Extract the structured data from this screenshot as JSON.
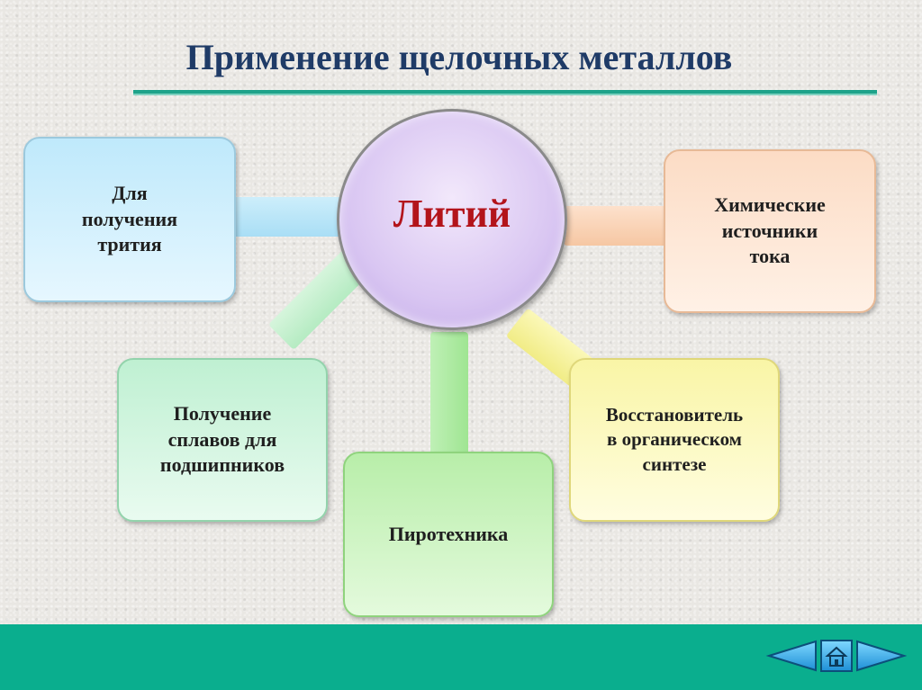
{
  "title": "Применение щелочных металлов",
  "center": {
    "label": "Литий"
  },
  "boxes": {
    "tritium": "Для\nполучения\nтрития",
    "chem_sources": "Химические\nисточники\nтока",
    "alloys": "Получение\nсплавов для\nподшипников",
    "pyrotechnics": "Пиротехника",
    "reducer": "Восстановитель\nв органическом\nсинтезе"
  },
  "navigation": {
    "icons": [
      "back-arrow-icon",
      "home-icon",
      "forward-arrow-icon"
    ]
  },
  "colors": {
    "title": "#1f3b67",
    "center_label": "#b3141b",
    "accent_bar": "#0aae8e"
  }
}
